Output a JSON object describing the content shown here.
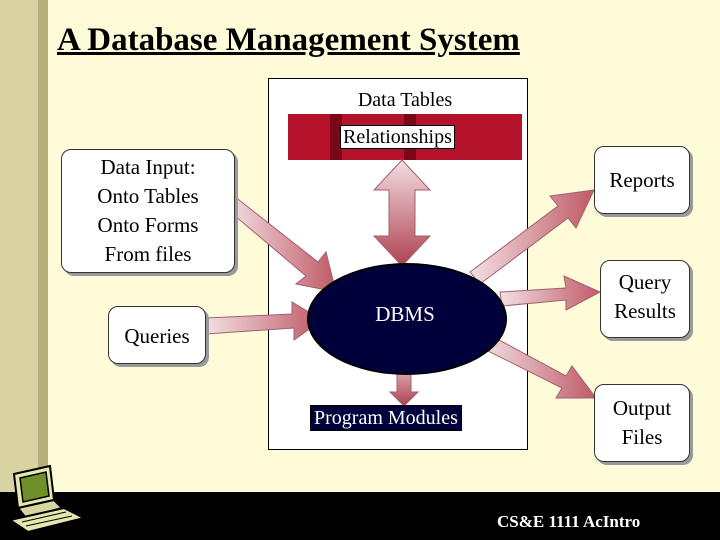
{
  "slide": {
    "title": "A Database Management System",
    "footer": "CS&E 1111  AcIntro"
  },
  "diagram": {
    "data_tables": "Data Tables",
    "relationships": "Relationships",
    "dbms": "DBMS",
    "program_modules": "Program Modules",
    "inputs": {
      "data_input": [
        "Data Input:",
        "Onto Tables",
        "Onto Forms",
        "From files"
      ],
      "queries": "Queries"
    },
    "outputs": {
      "reports": "Reports",
      "query_results": [
        "Query",
        "Results"
      ],
      "output_files": [
        "Output",
        "Files"
      ]
    }
  },
  "colors": {
    "background": "#fdfbd8",
    "dbms_fill": "#00003a",
    "relationships_bar": "#b3122a",
    "arrow": "#c97f88",
    "footer_band": "#000000"
  },
  "icons": [
    "computer-icon"
  ]
}
